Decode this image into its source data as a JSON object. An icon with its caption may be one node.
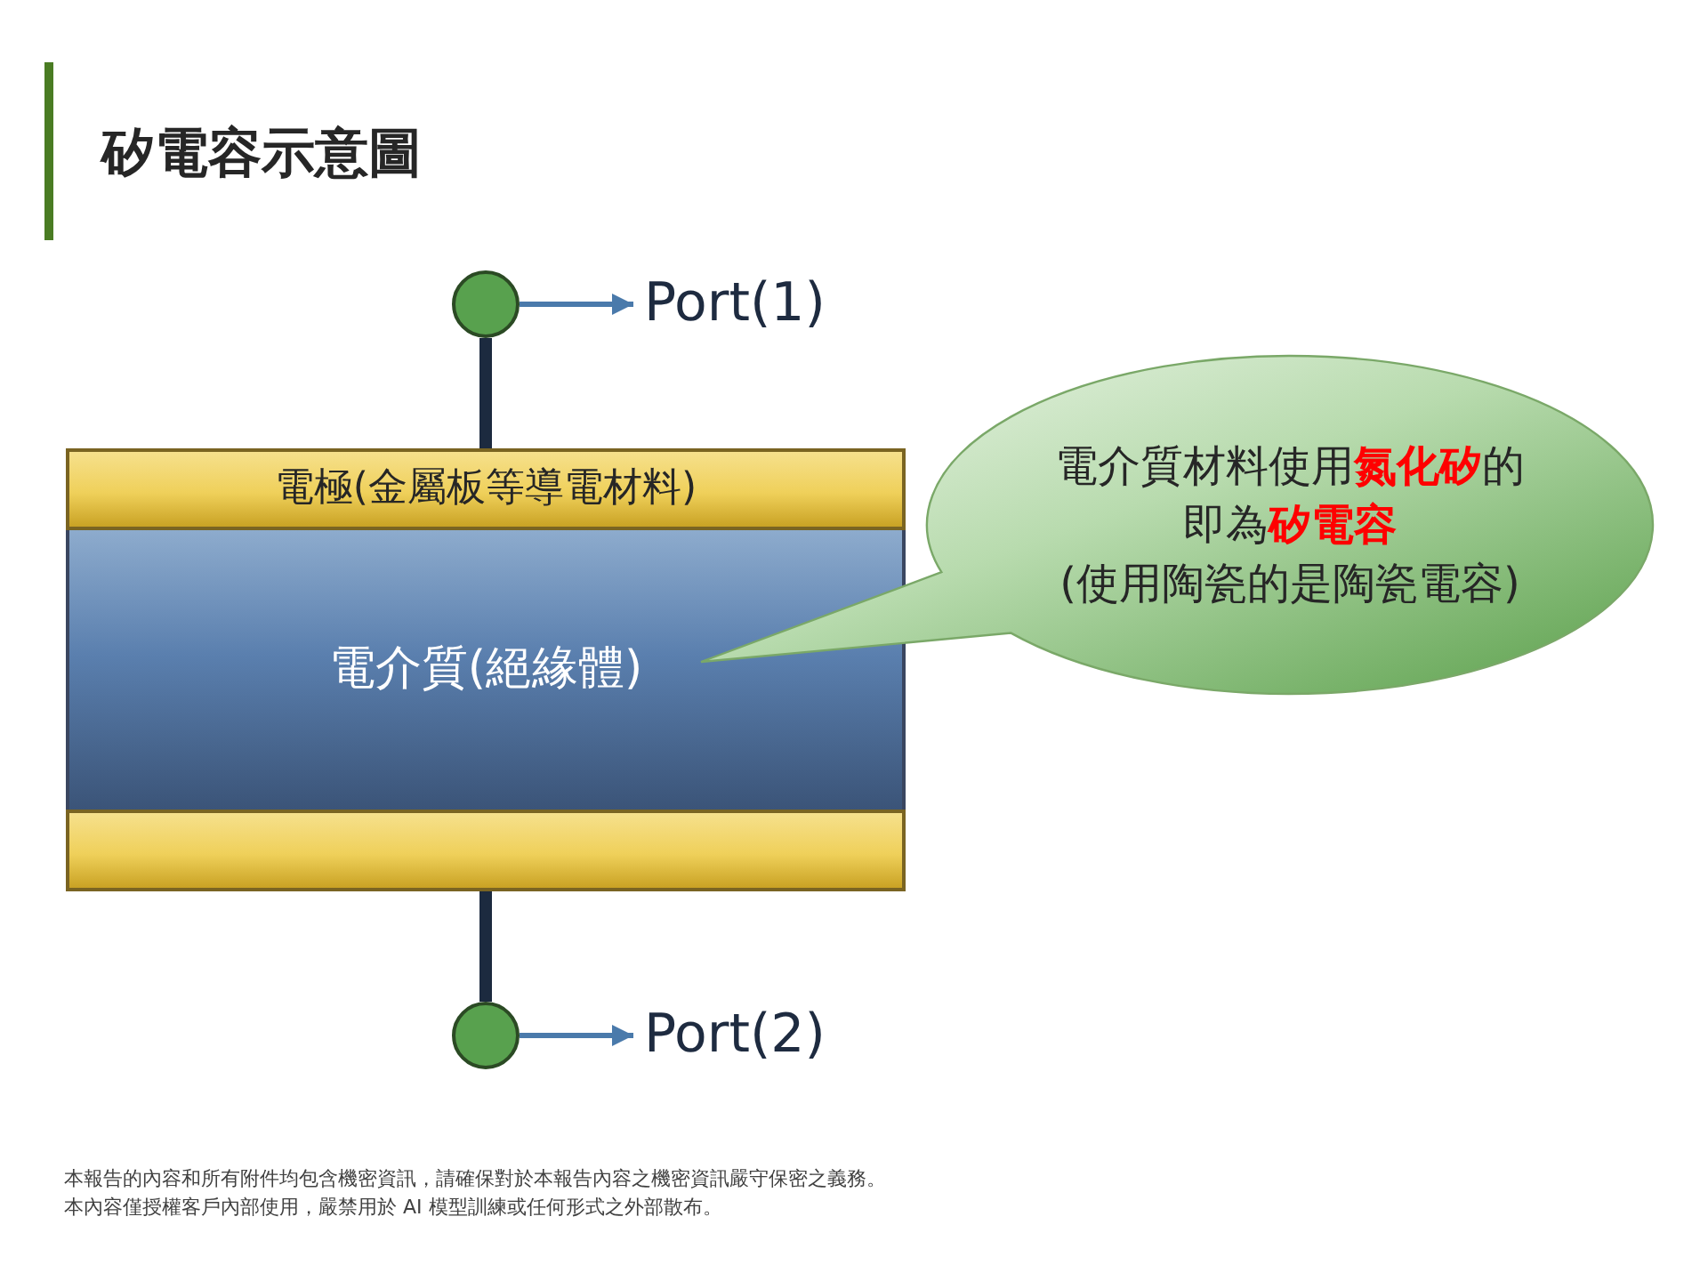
{
  "diagram": {
    "title": "矽電容示意圖",
    "nodes": [
      {
        "text": [],
        "shape": "circle"
      },
      {
        "text": [
          "Port(1)"
        ]
      },
      {
        "text": [
          "電極(金屬板等導電材料)"
        ]
      },
      {
        "text": [
          "電介質(絕緣體)"
        ]
      },
      {
        "text": [],
        "shape": "bar"
      },
      {
        "text": [],
        "shape": "circle"
      },
      {
        "text": [
          "Port(2)"
        ]
      },
      {
        "text": [
          "電介質材料使用**氮化矽**的即為**矽電容**",
          "(使用陶瓷的是陶瓷電容)"
        ]
      }
    ],
    "edges": [
      {
        "from": 0,
        "to": 1,
        "arrow": "to",
        "color": "#4a7aab"
      },
      {
        "from": 0,
        "to": 2,
        "arrow": "none",
        "style": "thick",
        "color": "#1c2a3f"
      },
      {
        "from": 4,
        "to": 5,
        "arrow": "none",
        "style": "thick",
        "color": "#1c2a3f"
      },
      {
        "from": 5,
        "to": 6,
        "arrow": "to",
        "color": "#4a7aab"
      }
    ],
    "labels": [
      "本報告的內容和所有附件均包含機密資訊，請確保對於本報告內容之機密資訊嚴守保密之義務。",
      "本內容僅授權客戶內部使用，嚴禁用於 AI 模型訓練或任何形式之外部散布。"
    ]
  }
}
